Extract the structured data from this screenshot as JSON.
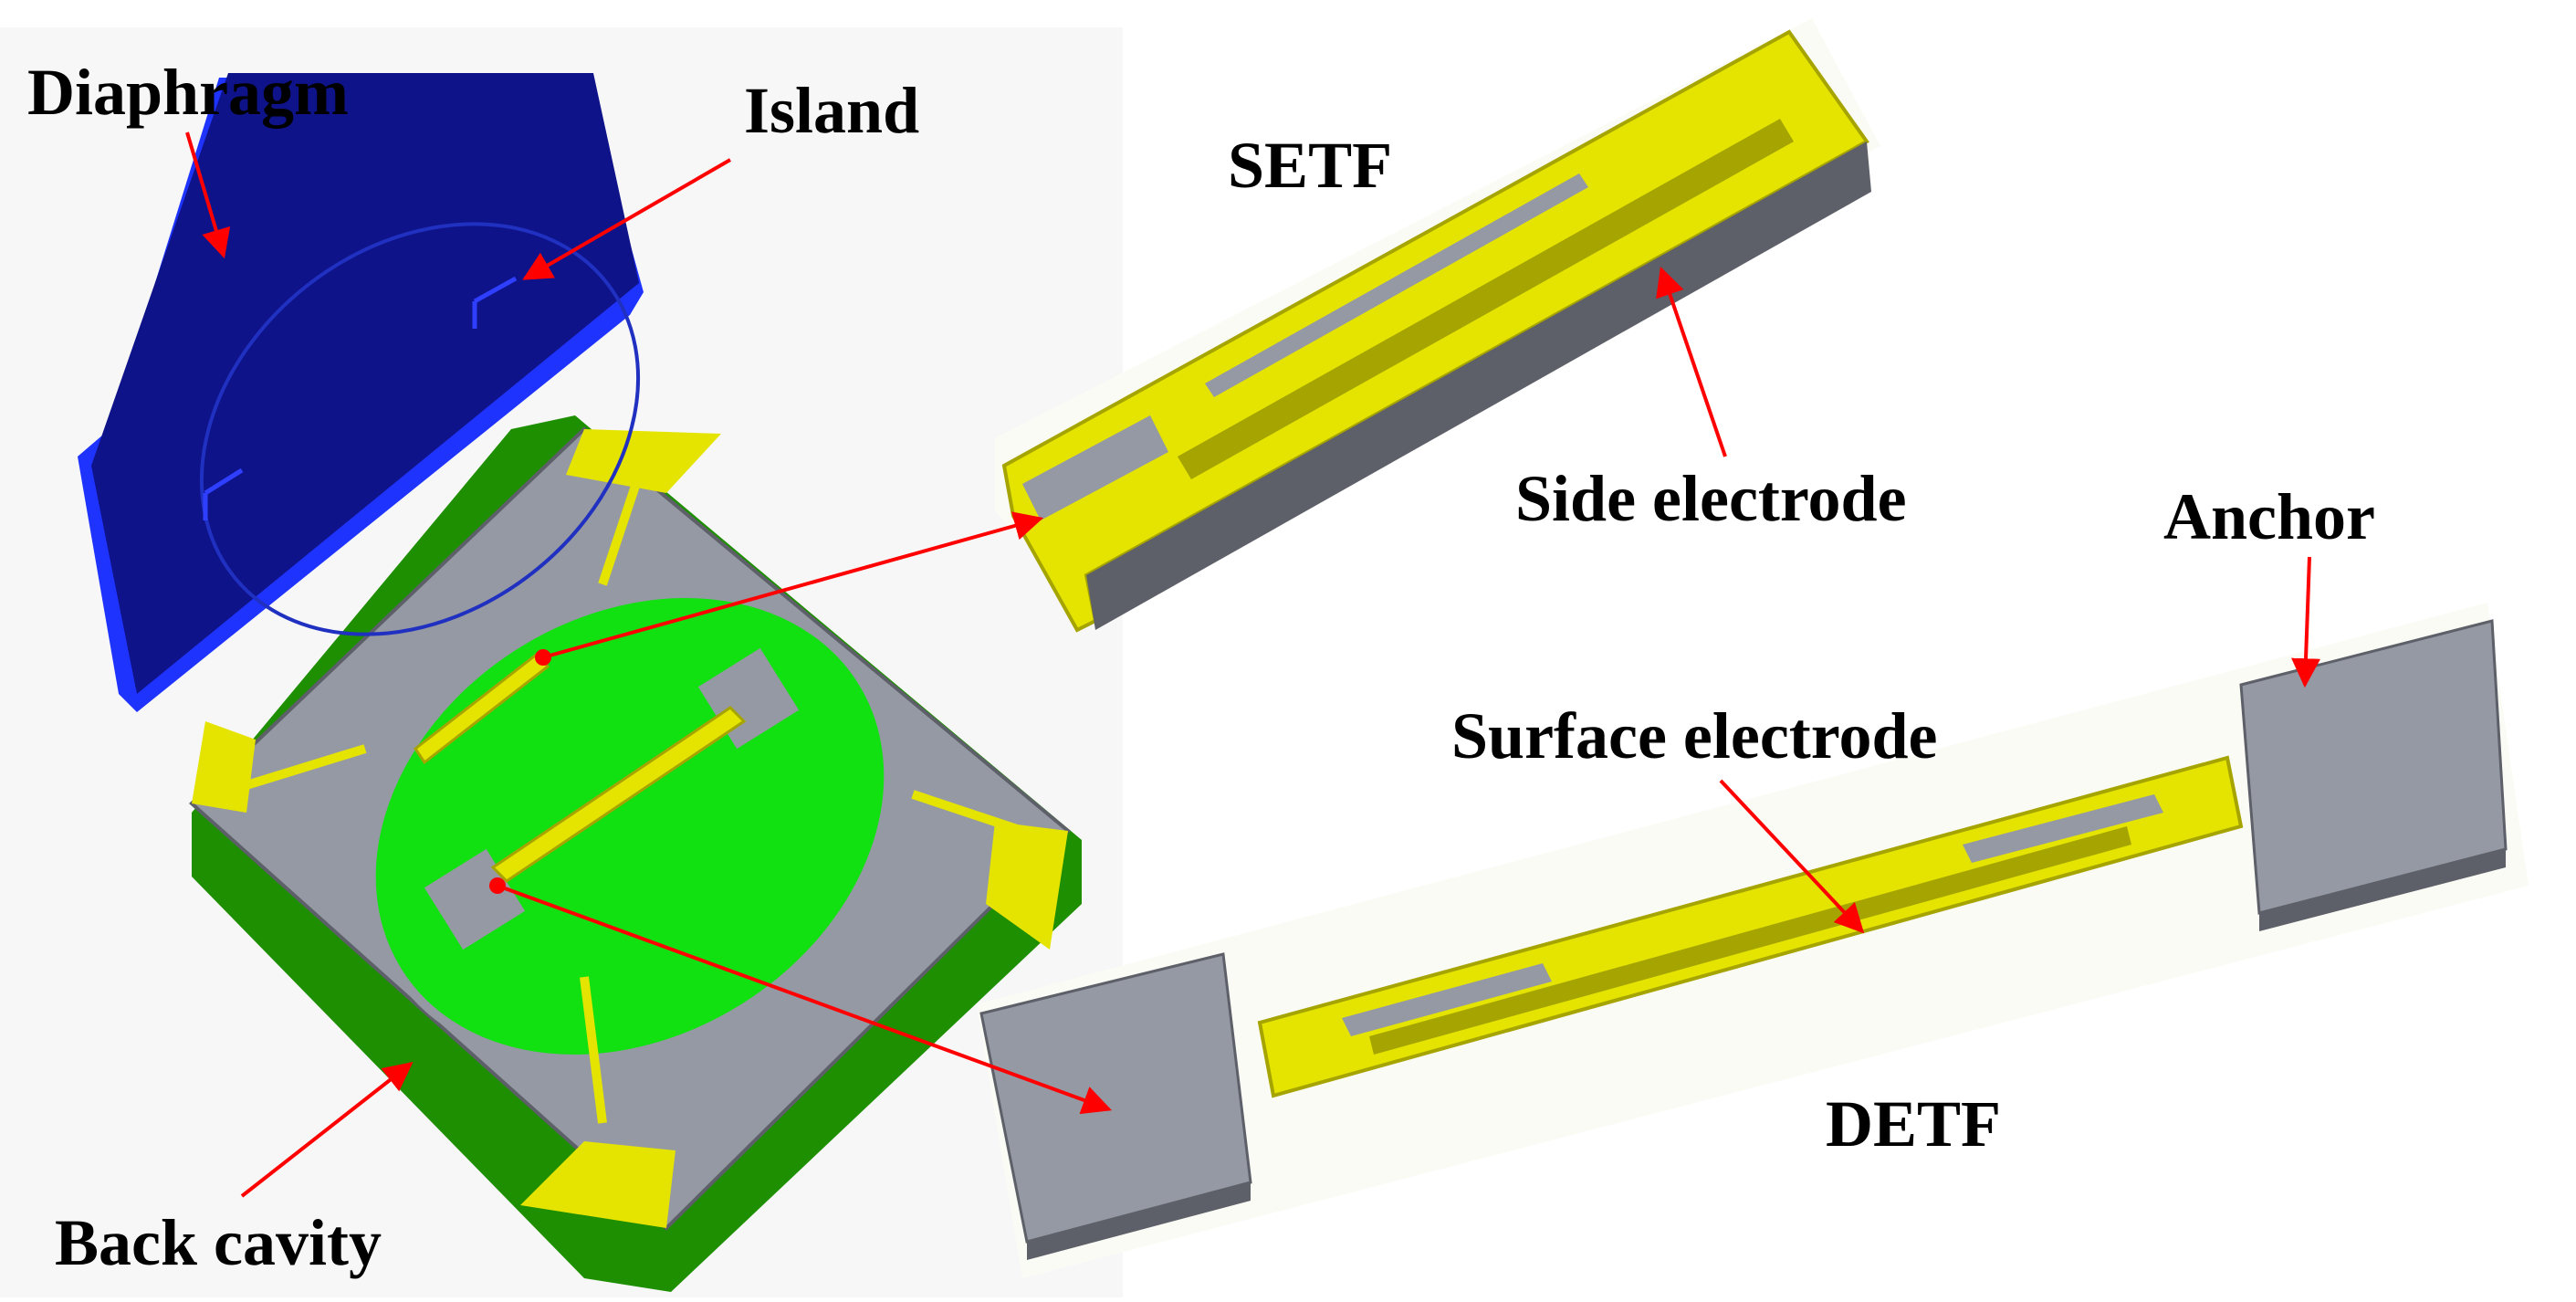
{
  "labels": {
    "diaphragm": "Diaphragm",
    "island": "Island",
    "setf": "SETF",
    "side_electrode": "Side electrode",
    "anchor": "Anchor",
    "surface_electrode": "Surface electrode",
    "detf": "DETF",
    "back_cavity": "Back cavity"
  },
  "colors": {
    "diaphragm": "#0f138a",
    "diaphragm_edge": "#1f33ff",
    "frame": "#9599a3",
    "frame_dark": "#5d6068",
    "electrode": "#e4e400",
    "electrode_dark": "#a6a400",
    "cavity": "#11e011",
    "cavity_dark": "#1d8f00",
    "arrow": "#ff0000"
  }
}
